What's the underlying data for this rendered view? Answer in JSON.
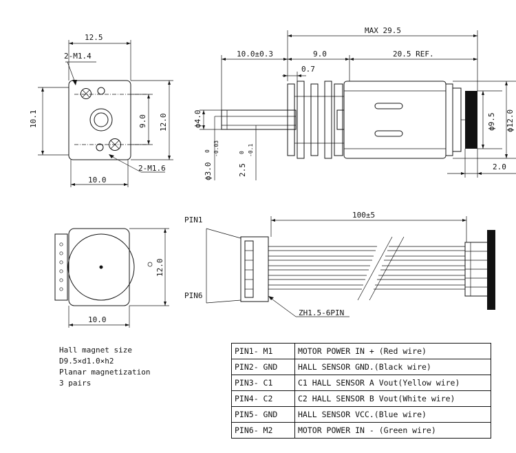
{
  "front_view": {
    "width": "12.5",
    "screws_top": "2-M1.4",
    "height_left": "10.1",
    "inner_height": "9.0",
    "outer_height": "12.0",
    "screws_bottom": "2-M1.6",
    "bottom_width": "10.0"
  },
  "side_view": {
    "max_length": "MAX 29.5",
    "shaft_length": "10.0±0.3",
    "gearbox_length": "9.0",
    "motor_length": "20.5 REF.",
    "flange": "0.7",
    "shaft_dia": "ϕ4.0",
    "shaft_inner": "ϕ3.0",
    "shaft_inner_tol_top": "0",
    "shaft_inner_tol_bottom": "-0.03",
    "flat": "2.5",
    "flat_tol_top": "0",
    "flat_tol_bottom": "-0.1",
    "magnet_dia": "ϕ9.5",
    "motor_dia": "ϕ12.0",
    "encoder_width": "2.0"
  },
  "rear_view": {
    "height": "12.0",
    "width": "10.0"
  },
  "cable": {
    "pin1": "PIN1",
    "pin6": "PIN6",
    "length": "100±5",
    "connector": "ZH1.5-6PIN"
  },
  "magnet_note": [
    "Hall magnet size",
    "D9.5×d1.0×h2",
    "Planar magnetization",
    "3 pairs"
  ],
  "pin_table": [
    {
      "pin": "PIN1- M1",
      "desc": "MOTOR POWER IN + (Red wire)"
    },
    {
      "pin": "PIN2- GND",
      "desc": "HALL SENSOR GND.(Black wire)"
    },
    {
      "pin": "PIN3- C1",
      "desc": "C1 HALL SENSOR A Vout(Yellow wire)"
    },
    {
      "pin": "PIN4- C2",
      "desc": "C2 HALL SENSOR B Vout(White wire)"
    },
    {
      "pin": "PIN5- GND",
      "desc": "HALL SENSOR VCC.(Blue wire)"
    },
    {
      "pin": "PIN6- M2",
      "desc": "MOTOR POWER IN - (Green wire)"
    }
  ]
}
